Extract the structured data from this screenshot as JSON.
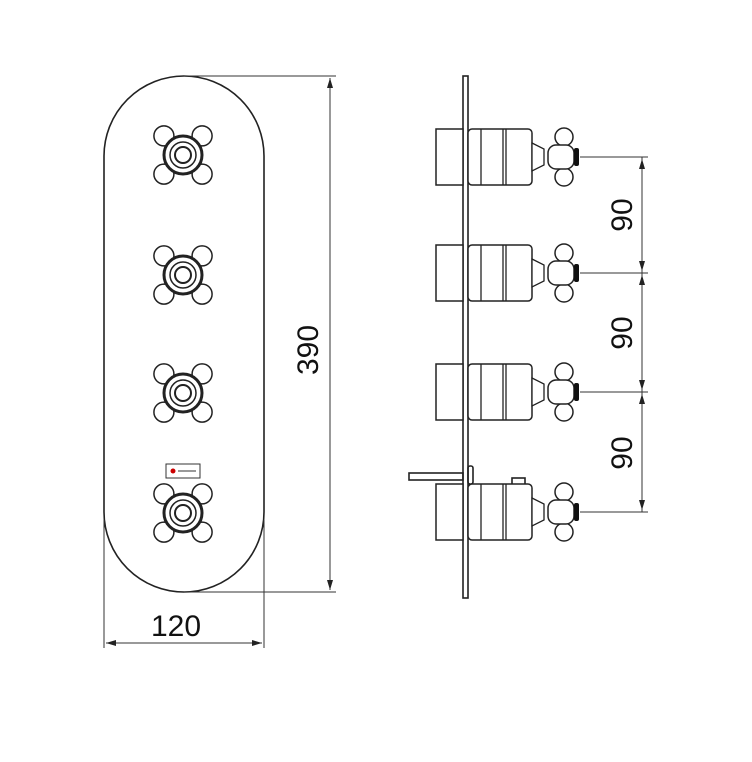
{
  "drawing": {
    "title": "Thermostatic concealed shower valve with 4 cross handles",
    "dimensions": {
      "width_label": "120",
      "height_label": "390",
      "spacing_labels": [
        "90",
        "90",
        "90"
      ]
    },
    "handle_count": 4,
    "line_color": "#222222",
    "background": "#ffffff"
  }
}
